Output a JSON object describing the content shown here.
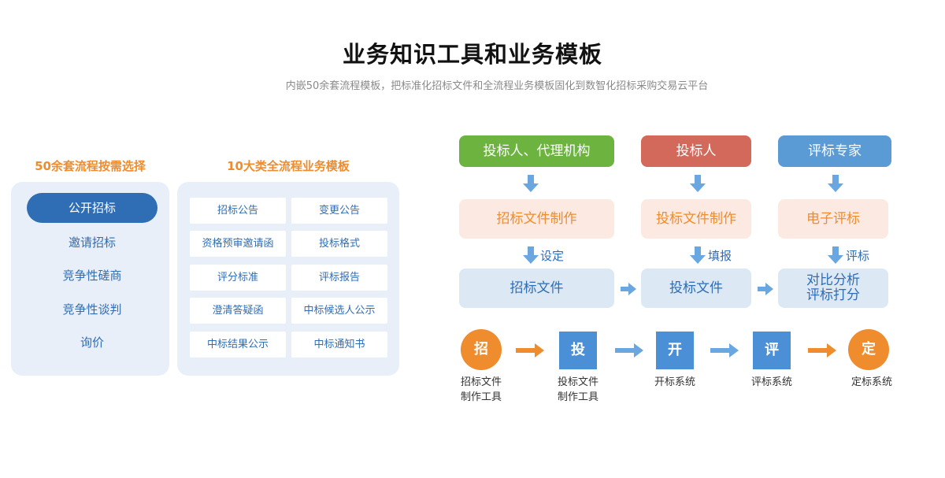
{
  "header": {
    "title": "业务知识工具和业务模板",
    "subtitle": "内嵌50余套流程模板，把标准化招标文件和全流程业务模板固化到数智化招标采购交易云平台"
  },
  "left": {
    "heading": "50余套流程按需选择",
    "items": [
      "公开招标",
      "邀请招标",
      "竞争性磋商",
      "竞争性谈判",
      "询价"
    ]
  },
  "middle": {
    "heading": "10大类全流程业务模板",
    "templates": [
      "招标公告",
      "变更公告",
      "资格预审邀请函",
      "投标格式",
      "评分标准",
      "评标报告",
      "澄清答疑函",
      "中标候选人公示",
      "中标结果公示",
      "中标通知书"
    ]
  },
  "roles": {
    "col1": "投标人、代理机构",
    "col2": "投标人",
    "col3": "评标专家"
  },
  "steps": {
    "col1_make": "招标文件制作",
    "col2_make": "投标文件制作",
    "col3_make": "电子评标",
    "col1_label": "设定",
    "col2_label": "填报",
    "col3_label": "评标",
    "col1_doc": "招标文件",
    "col2_doc": "投标文件",
    "col3_doc_line1": "对比分析",
    "col3_doc_line2": "评标打分"
  },
  "flow": {
    "nodes": [
      {
        "char": "招",
        "label1": "招标文件",
        "label2": "制作工具"
      },
      {
        "char": "投",
        "label1": "投标文件",
        "label2": "制作工具"
      },
      {
        "char": "开",
        "label1": "开标系统",
        "label2": ""
      },
      {
        "char": "评",
        "label1": "评标系统",
        "label2": ""
      },
      {
        "char": "定",
        "label1": "定标系统",
        "label2": ""
      }
    ]
  },
  "colors": {
    "green": "#6db33f",
    "red": "#d2695a",
    "lightblue": "#5b9bd5",
    "orange": "#ef8c2e",
    "blue": "#2f6db5",
    "arrow_blue": "#6aa6df",
    "arrow_orange": "#ef8c2e"
  }
}
